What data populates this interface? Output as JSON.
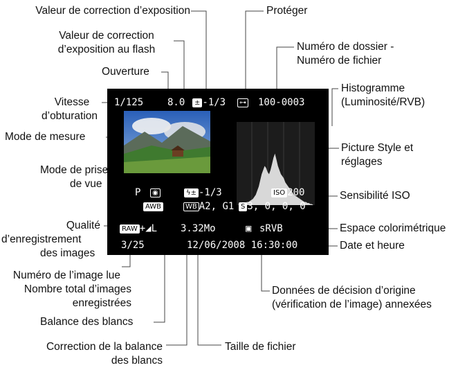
{
  "labels": {
    "exposure_comp": "Valeur de correction d’exposition",
    "protect": "Protéger",
    "flash_comp_1": "Valeur de correction",
    "flash_comp_2": "d’exposition au flash",
    "folder_file_1": "Numéro de dossier -",
    "folder_file_2": "Numéro de fichier",
    "aperture": "Ouverture",
    "histogram_1": "Histogramme",
    "histogram_2": "(Luminosité/RVB)",
    "shutter_1": "Vitesse",
    "shutter_2": "d’obturation",
    "metering": "Mode de mesure",
    "picture_style_1": "Picture Style et",
    "picture_style_2": "réglages",
    "shooting_mode_1": "Mode de prise",
    "shooting_mode_2": "de vue",
    "iso": "Sensibilité ISO",
    "quality_1": "Qualité",
    "quality_2": "d’enregistrement",
    "quality_3": "des images",
    "color_space": "Espace colorimétrique",
    "date_time": "Date et heure",
    "image_number_1": "Numéro de l’image lue",
    "image_number_2": "Nombre total d’images",
    "image_number_3": "enregistrées",
    "original_data_1": "Données de décision d’origine",
    "original_data_2": "(vérification de l’image) annexées",
    "white_balance": "Balance des blancs",
    "wb_correction_1": "Correction de la balance",
    "wb_correction_2": "des blancs",
    "file_size": "Taille de fichier"
  },
  "screen": {
    "shutter_speed": "1/125",
    "aperture": "8.0",
    "exposure_comp_value": "-1/3",
    "folder_file": "100-0003",
    "shooting_mode": "P",
    "flash_comp_value": "-1/3",
    "iso_badge": "ISO",
    "iso_value": "200",
    "wb_badge": "AWB",
    "wb_correction": "A2, G1",
    "picture_style_badge": "S",
    "picture_style_values": "3, 0, 0, 0",
    "quality_badge": "RAW",
    "quality_extra": "+◢L",
    "file_size": "3.32Mo",
    "color_space": "sRVB",
    "image_count": "3/25",
    "date_time": "12/06/2008 16:30:00"
  },
  "histogram": [
    0,
    0,
    1,
    1,
    1,
    2,
    2,
    3,
    3,
    4,
    5,
    6,
    8,
    10,
    14,
    18,
    24,
    30,
    34,
    38,
    36,
    32,
    30,
    34,
    40,
    46,
    50,
    44,
    38,
    34,
    30,
    28,
    26,
    22,
    20,
    18,
    16,
    14,
    12,
    10,
    9,
    8,
    7,
    6,
    5,
    4,
    3,
    3,
    2,
    2,
    1,
    1,
    0,
    0
  ]
}
